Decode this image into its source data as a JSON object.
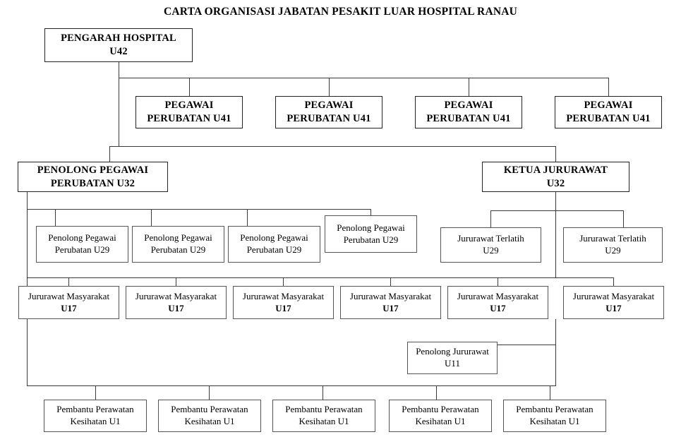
{
  "title": "CARTA ORGANISASI JABATAN PESAKIT LUAR HOSPITAL RANAU",
  "nodes": {
    "director": {
      "line1": "PENGARAH HOSPITAL",
      "line2": "U42"
    },
    "mo": {
      "line1": "PEGAWAI",
      "line2": "PERUBATAN U41"
    },
    "apmo": {
      "line1": "PENOLONG PEGAWAI",
      "line2": "PERUBATAN U32"
    },
    "headnurse": {
      "line1": "KETUA JURURAWAT",
      "line2": "U32"
    },
    "apmo29": {
      "line1": "Penolong Pegawai",
      "line2": "Perubatan U29"
    },
    "nurse29": {
      "line1": "Jururawat Terlatih",
      "line2": "U29"
    },
    "chn17": {
      "line1": "Jururawat Masyarakat",
      "line2": "U17"
    },
    "asstnurse11": {
      "line1": "Penolong Jururawat",
      "line2": "U11"
    },
    "hca1": {
      "line1": "Pembantu Perawatan",
      "line2": "Kesihatan U1"
    }
  },
  "chart_data": {
    "type": "org-chart",
    "title": "CARTA ORGANISASI JABATAN PESAKIT LUAR HOSPITAL RANAU",
    "levels": [
      {
        "level": 1,
        "label": "PENGARAH HOSPITAL U42",
        "count": 1
      },
      {
        "level": 2,
        "label": "PEGAWAI PERUBATAN U41",
        "count": 4
      },
      {
        "level": 3,
        "label": "PENOLONG PEGAWAI PERUBATAN U32",
        "count": 1
      },
      {
        "level": 3,
        "label": "KETUA JURURAWAT U32",
        "count": 1
      },
      {
        "level": 4,
        "label": "Penolong Pegawai Perubatan U29",
        "count": 4
      },
      {
        "level": 4,
        "label": "Jururawat Terlatih U29",
        "count": 2
      },
      {
        "level": 5,
        "label": "Jururawat Masyarakat U17",
        "count": 6
      },
      {
        "level": 6,
        "label": "Penolong Jururawat U11",
        "count": 1
      },
      {
        "level": 7,
        "label": "Pembantu Perawatan Kesihatan U1",
        "count": 5
      }
    ],
    "edges": [
      {
        "from": "PENGARAH HOSPITAL U42",
        "to": "PEGAWAI PERUBATAN U41"
      },
      {
        "from": "PENGARAH HOSPITAL U42",
        "to": "PENOLONG PEGAWAI PERUBATAN U32"
      },
      {
        "from": "PENGARAH HOSPITAL U42",
        "to": "KETUA JURURAWAT U32"
      },
      {
        "from": "PENOLONG PEGAWAI PERUBATAN U32",
        "to": "Penolong Pegawai Perubatan U29"
      },
      {
        "from": "PENOLONG PEGAWAI PERUBATAN U32",
        "to": "Jururawat Masyarakat U17"
      },
      {
        "from": "KETUA JURURAWAT U32",
        "to": "Jururawat Terlatih U29"
      },
      {
        "from": "KETUA JURURAWAT U32",
        "to": "Jururawat Masyarakat U17"
      },
      {
        "from": "KETUA JURURAWAT U32",
        "to": "Penolong Jururawat U11"
      },
      {
        "from": "Jururawat Masyarakat U17",
        "to": "Pembantu Perawatan Kesihatan U1"
      }
    ]
  }
}
